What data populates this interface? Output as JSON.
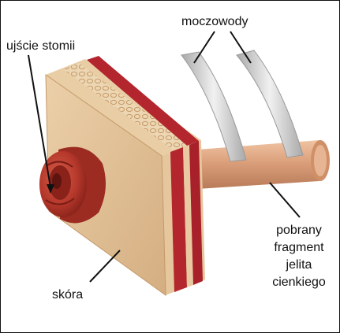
{
  "labels": {
    "ureters": "moczowody",
    "stoma_opening": "ujście stomii",
    "skin": "skóra",
    "intestine_line1": "pobrany",
    "intestine_line2": "fragment",
    "intestine_line3": "jelita",
    "intestine_line4": "cienkiego"
  },
  "colors": {
    "skin_block": "#e4c39a",
    "muscle_band": "#b3262d",
    "stoma": "#b73a2c",
    "intestine": "#dba07b",
    "ureter": "#c9c9c9"
  }
}
